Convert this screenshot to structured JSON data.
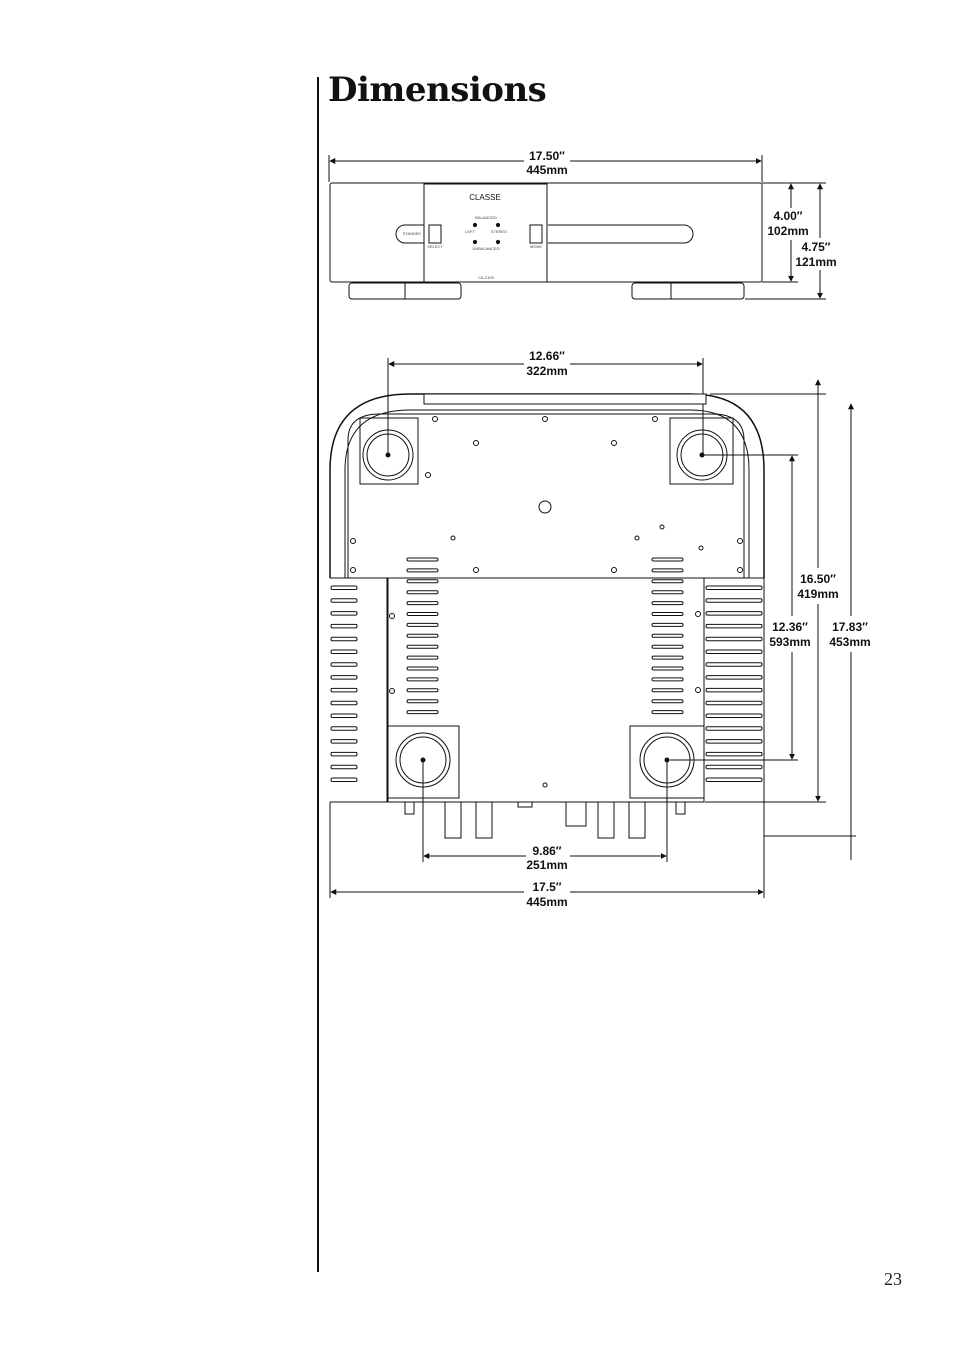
{
  "page": {
    "title": "Dimensions",
    "page_number": "23"
  },
  "front_view": {
    "width": {
      "inches": "17.50″",
      "mm": "445mm"
    },
    "height_body": {
      "inches": "4.00″",
      "mm": "102mm"
    },
    "height_total": {
      "inches": "4.75″",
      "mm": "121mm"
    },
    "panel": {
      "brand": "CLASSE",
      "standby_label": "STANDBY",
      "select_label": "SELECT",
      "mode_label": "MODE",
      "balanced_label": "BALANCED",
      "left_label": "LEFT",
      "stereo_label": "STEREO",
      "unbalanced_label": "UNBALANCED",
      "model": "CA-2100"
    }
  },
  "top_view": {
    "feet_spacing_top": {
      "inches": "12.66″",
      "mm": "322mm"
    },
    "feet_spacing_bottom": {
      "inches": "9.86″",
      "mm": "251mm"
    },
    "width": {
      "inches": "17.5″",
      "mm": "445mm"
    },
    "depth_feet": {
      "inches": "12.36″",
      "mm": "593mm"
    },
    "depth_body": {
      "inches": "16.50″",
      "mm": "419mm"
    },
    "depth_total": {
      "inches": "17.83″",
      "mm": "453mm"
    }
  }
}
